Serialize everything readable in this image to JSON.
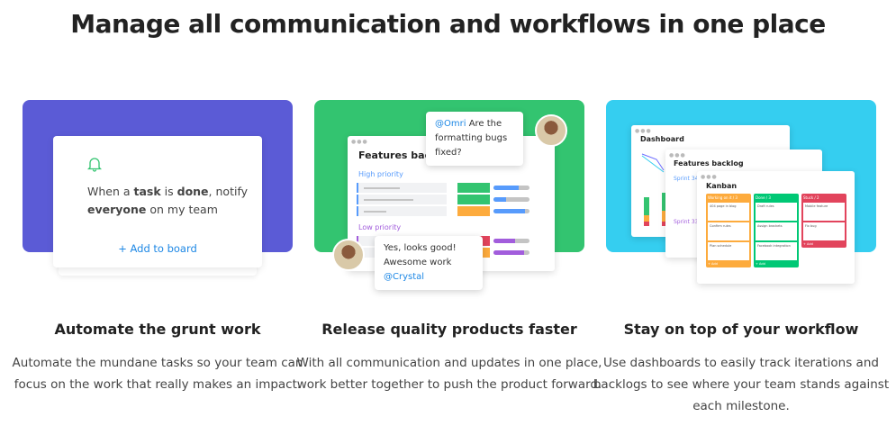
{
  "title": "Manage all communication and workflows in one place",
  "colors": {
    "automate": "#5b5bd6",
    "release": "#33c470",
    "workflow": "#35cef0",
    "link": "#1e88e5",
    "bell": "#33c470"
  },
  "features": [
    {
      "heading": "Automate the grunt work",
      "description": "Automate the mundane tasks so your team can focus on the work that really makes an impact.",
      "card": {
        "icon": "bell-icon",
        "text_parts": [
          "When a ",
          "task",
          " is ",
          "done",
          ", notify ",
          "everyone",
          " on my team"
        ],
        "action": "+ Add to board"
      }
    },
    {
      "heading": "Release quality products faster",
      "description": "With all communication and updates in one place, work better together to push the product forward.",
      "board": {
        "title": "Features backlog",
        "groups": [
          "High priority",
          "Low priority"
        ]
      },
      "bubble1": {
        "mention": "@Omri",
        "text": " Are the formatting bugs fixed?"
      },
      "bubble2": {
        "text": "Yes, looks good! Awesome work ",
        "mention": "@Crystal"
      }
    },
    {
      "heading": "Stay on top of your workflow",
      "description": "Use dashboards to easily track iterations and backlogs to see where your team stands against each milestone.",
      "windows": {
        "dashboard": "Dashboard",
        "backlog": "Features backlog",
        "sprints": [
          "Sprint 34",
          "Sprint 33"
        ],
        "kanban": "Kanban"
      },
      "kanban": [
        {
          "header": "Working on it / 3",
          "color": "#fdab3d",
          "cards": [
            "404 page in blog",
            "Confirm rules",
            "Plan schedule"
          ],
          "add": "+ Add"
        },
        {
          "header": "Done / 3",
          "color": "#00c875",
          "cards": [
            "Draft rules",
            "Assign brackets",
            "Facebook integration"
          ],
          "add": "+ Add"
        },
        {
          "header": "Stuck / 2",
          "color": "#e2445c",
          "cards": [
            "Mobile feature",
            "Fix bug"
          ],
          "add": "+ Add"
        }
      ]
    }
  ]
}
